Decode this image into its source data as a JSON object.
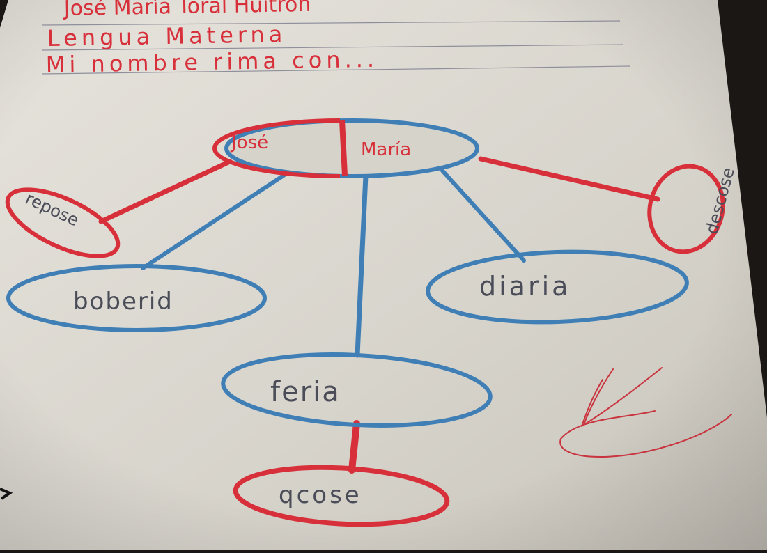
{
  "header": {
    "line1": "José María Toral Huitrón",
    "line2": "Lengua Materna",
    "line3": "Mi nombre rima con..."
  },
  "diagram": {
    "center": {
      "left": "José",
      "right": "María"
    },
    "nodes": {
      "reposé": "repose",
      "bebería": "boberid",
      "diaria": "diaria",
      "feria": "feria",
      "descosé": "descose",
      "acosé": "qcose"
    }
  },
  "colors": {
    "red": "#d8303a",
    "blue": "#3f7fb5",
    "paper": "#dcd9d2",
    "ruled_line": "#8f8f9c",
    "pencil": "#4a4c58"
  }
}
